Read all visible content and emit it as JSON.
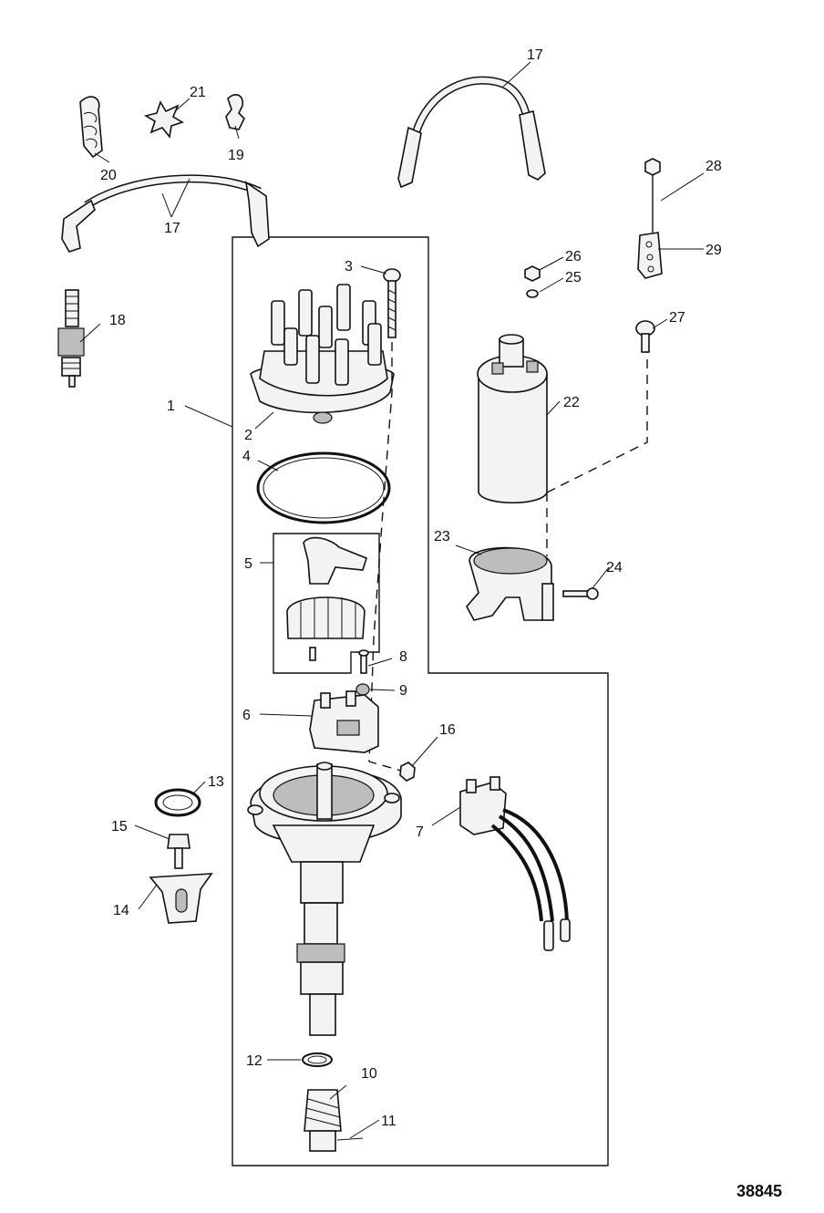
{
  "diagram": {
    "figure_number": "38845",
    "callouts": {
      "c1": "1",
      "c2": "2",
      "c3": "3",
      "c4": "4",
      "c5": "5",
      "c6": "6",
      "c7": "7",
      "c8": "8",
      "c9": "9",
      "c10": "10",
      "c11": "11",
      "c12": "12",
      "c13": "13",
      "c14": "14",
      "c15": "15",
      "c16": "16",
      "c17a": "17",
      "c17b": "17",
      "c18": "18",
      "c19": "19",
      "c20": "20",
      "c21": "21",
      "c22": "22",
      "c23": "23",
      "c24": "24",
      "c25": "25",
      "c26": "26",
      "c27": "27",
      "c28": "28",
      "c29": "29"
    }
  }
}
